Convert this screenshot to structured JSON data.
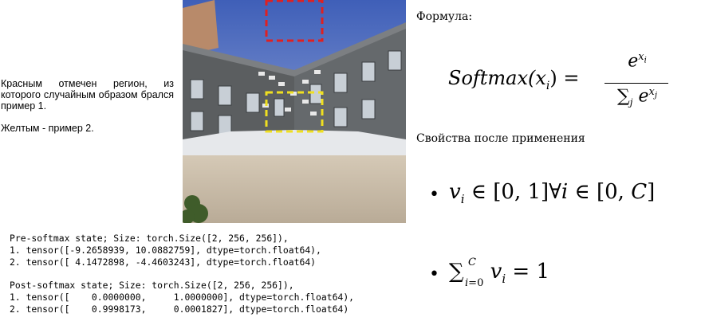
{
  "description": {
    "line1": "Красным отмечен регион, из которого случайным образом брался пример 1.",
    "line2": "Желтым - пример 2."
  },
  "code": {
    "pre_header": "Pre-softmax state; Size: torch.Size([2, 256, 256]),",
    "pre_line1": "1. tensor([-9.2658939, 10.0882759], dtype=torch.float64),",
    "pre_line2": "2. tensor([ 4.1472898, -4.4603243], dtype=torch.float64)",
    "post_header": "Post-softmax state; Size: torch.Size([2, 256, 256]),",
    "post_line1": "1. tensor([    0.0000000,     1.0000000], dtype=torch.float64),",
    "post_line2": "2. tensor([    0.9998173,     0.0001827], dtype=torch.float64)"
  },
  "right": {
    "formula_label": "Формула:",
    "properties_label": "Свойства после применения",
    "formula_lhs": "Softmax(x",
    "formula_lhs_sub": "i",
    "property1": "v_i ∈ [0,1] ∀i ∈ [0,C]",
    "property2": "Σ_{i=0}^{C} v_i = 1"
  },
  "colors": {
    "red_box": "#e02020",
    "yellow_box": "#f0e020",
    "sky": "#5a78c8",
    "wall": "#c7b9a6"
  }
}
